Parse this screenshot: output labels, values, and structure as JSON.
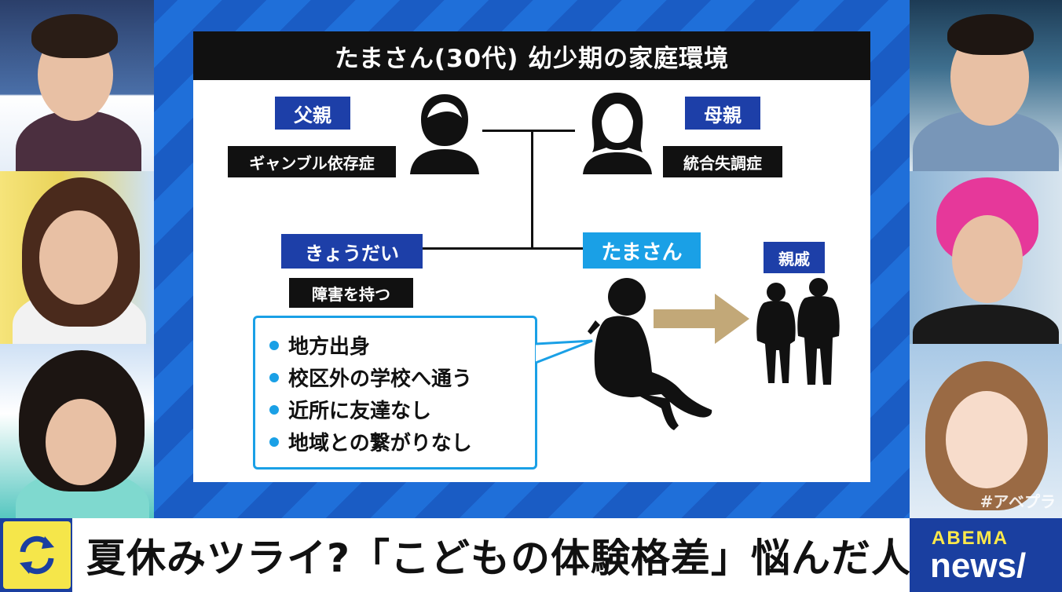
{
  "board": {
    "title": "たまさん(30代) 幼少期の家庭環境",
    "father": {
      "label": "父親",
      "condition": "ギャンブル依存症"
    },
    "mother": {
      "label": "母親",
      "condition": "統合失調症"
    },
    "sibling": {
      "label": "きょうだい",
      "condition": "障害を持つ"
    },
    "self": {
      "label": "たまさん"
    },
    "relatives": {
      "label": "親戚"
    },
    "bullets": [
      "地方出身",
      "校区外の学校へ通う",
      "近所に友達なし",
      "地域との繋がりなし"
    ]
  },
  "caption": {
    "text": "夏休みツライ?「こどもの体験格差」悩んだ人"
  },
  "logo": {
    "top": "ABEMA",
    "bottom": "news/"
  },
  "hashtag": "#アベプラ",
  "colors": {
    "tag_blue": "#1d3fa8",
    "tag_cyan": "#1aa0e6",
    "arrow": "#c2a878",
    "caption_bg": "#1a3fa0",
    "icon_bg": "#f5e64a"
  }
}
